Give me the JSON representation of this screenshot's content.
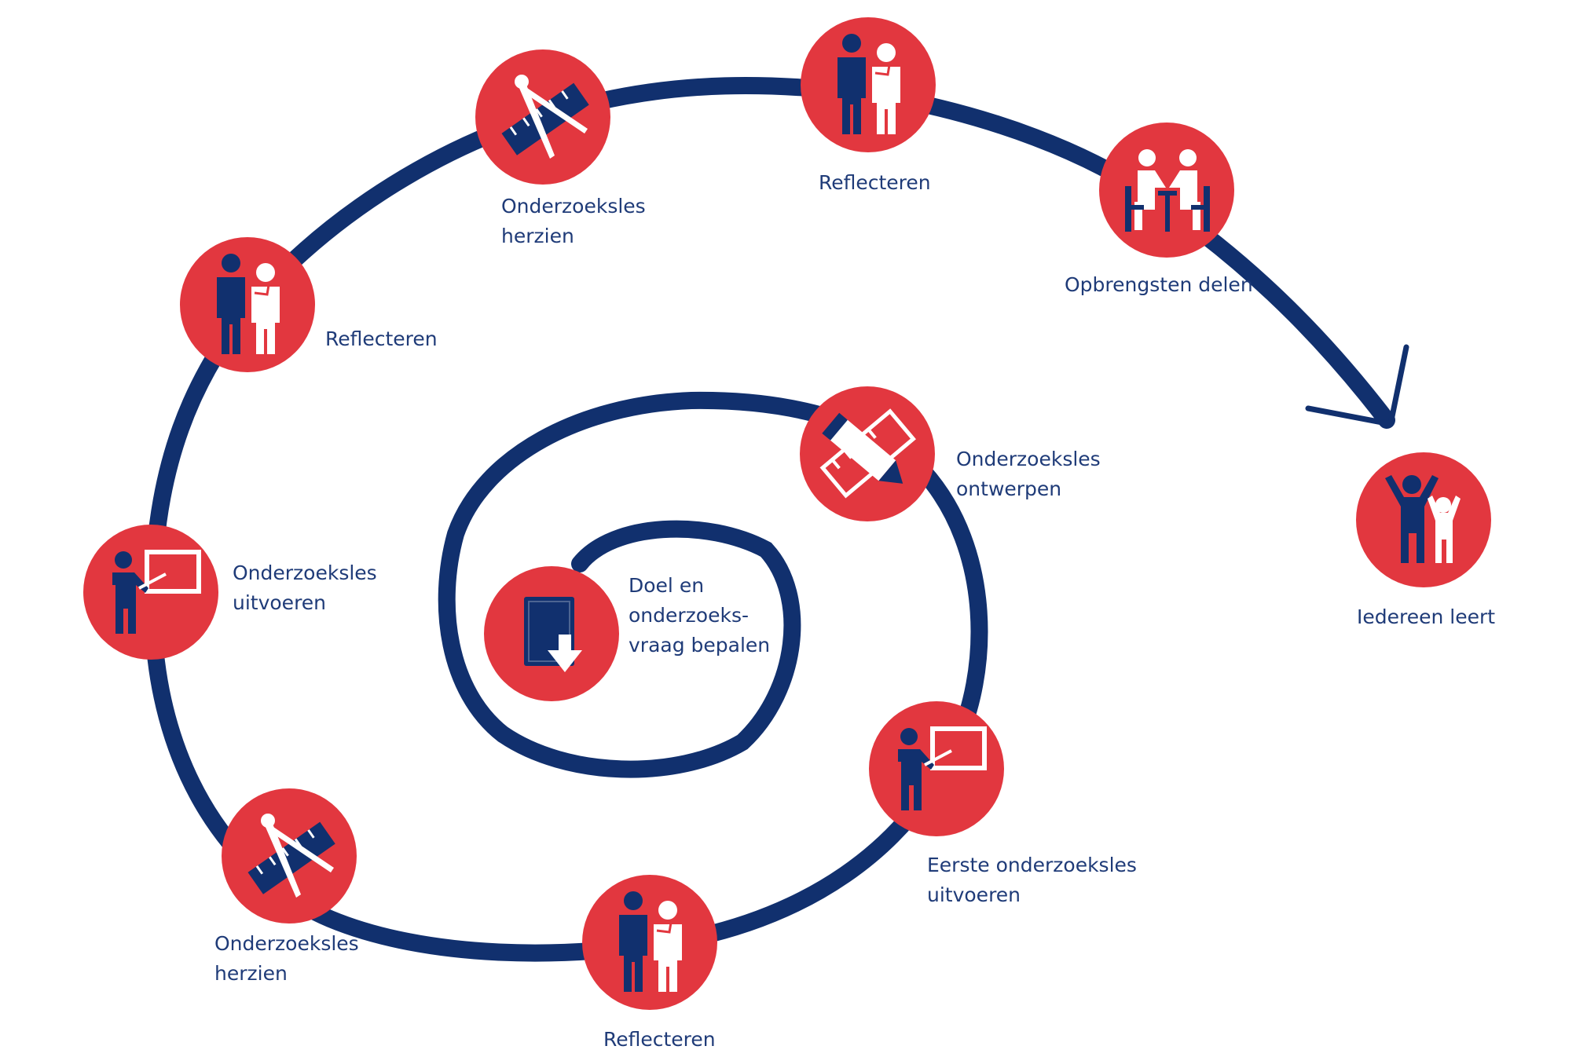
{
  "colors": {
    "accent_red": "#e2373f",
    "navy": "#11306e",
    "label_text": "#1f3b78",
    "background": "#ffffff"
  },
  "steps": [
    {
      "id": "doel",
      "label": "Doel en\nonderzoeks-\nvraag bepalen",
      "icon": "document-download-icon"
    },
    {
      "id": "ontwerpen",
      "label": "Onderzoeksles\nontwerpen",
      "icon": "pencil-ruler-icon"
    },
    {
      "id": "eerste-uitvoeren",
      "label": "Eerste onderzoeksles\nuitvoeren",
      "icon": "teacher-board-icon"
    },
    {
      "id": "reflecteren-1",
      "label": "Reflecteren",
      "icon": "two-people-reflect-icon"
    },
    {
      "id": "herzien-1",
      "label": "Onderzoeksles\nherzien",
      "icon": "compass-ruler-icon"
    },
    {
      "id": "uitvoeren",
      "label": "Onderzoeksles\nuitvoeren",
      "icon": "teacher-board-icon"
    },
    {
      "id": "reflecteren-2",
      "label": "Reflecteren",
      "icon": "two-people-reflect-icon"
    },
    {
      "id": "herzien-2",
      "label": "Onderzoeksles\nherzien",
      "icon": "compass-ruler-icon"
    },
    {
      "id": "reflecteren-3",
      "label": "Reflecteren",
      "icon": "two-people-reflect-icon"
    },
    {
      "id": "delen",
      "label": "Opbrengsten delen",
      "icon": "people-at-table-icon"
    },
    {
      "id": "iedereen",
      "label": "Iedereen leert",
      "icon": "cheering-people-icon"
    }
  ]
}
